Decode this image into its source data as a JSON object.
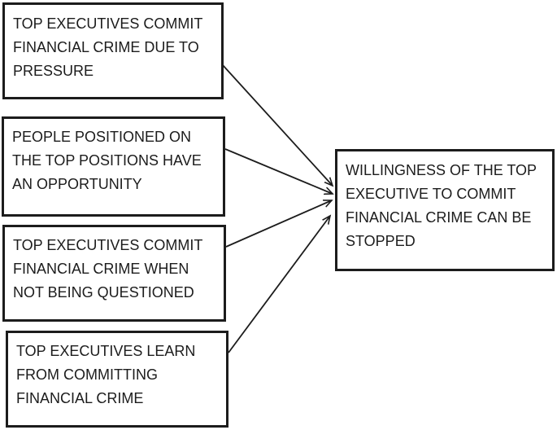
{
  "diagram": {
    "background_color": "#ffffff",
    "stroke_color": "#1c1c1c",
    "nodes": [
      {
        "id": "pressure",
        "lines": [
          "TOP EXECUTIVES COMMIT",
          "FINANCIAL CRIME DUE TO",
          "PRESSURE"
        ],
        "label": "TOP EXECUTIVES COMMIT FINANCIAL CRIME DUE TO PRESSURE"
      },
      {
        "id": "opportunity",
        "lines": [
          "PEOPLE POSITIONED ON",
          "THE TOP POSITIONS HAVE",
          "AN OPPORTUNITY"
        ],
        "label": "PEOPLE POSITIONED ON THE TOP POSITIONS HAVE AN OPPORTUNITY"
      },
      {
        "id": "questioning",
        "lines": [
          "TOP EXECUTIVES COMMIT",
          "FINANCIAL CRIME WHEN",
          "NOT BEING QUESTIONED"
        ],
        "label": "TOP EXECUTIVES COMMIT FINANCIAL CRIME WHEN NOT BEING QUESTIONED"
      },
      {
        "id": "learning",
        "lines": [
          "TOP EXECUTIVES LEARN",
          "FROM COMMITTING",
          "FINANCIAL CRIME"
        ],
        "label": "TOP EXECUTIVES LEARN FROM COMMITTING FINANCIAL CRIME"
      },
      {
        "id": "outcome",
        "lines": [
          "WILLINGNESS OF THE TOP",
          "EXECUTIVE TO COMMIT",
          "FINANCIAL CRIME CAN BE",
          "STOPPED"
        ],
        "label": "WILLINGNESS OF THE TOP EXECUTIVE TO COMMIT FINANCIAL CRIME CAN BE STOPPED"
      }
    ],
    "edges": [
      {
        "from": "pressure",
        "to": "outcome"
      },
      {
        "from": "opportunity",
        "to": "outcome"
      },
      {
        "from": "questioning",
        "to": "outcome"
      },
      {
        "from": "learning",
        "to": "outcome"
      }
    ]
  }
}
